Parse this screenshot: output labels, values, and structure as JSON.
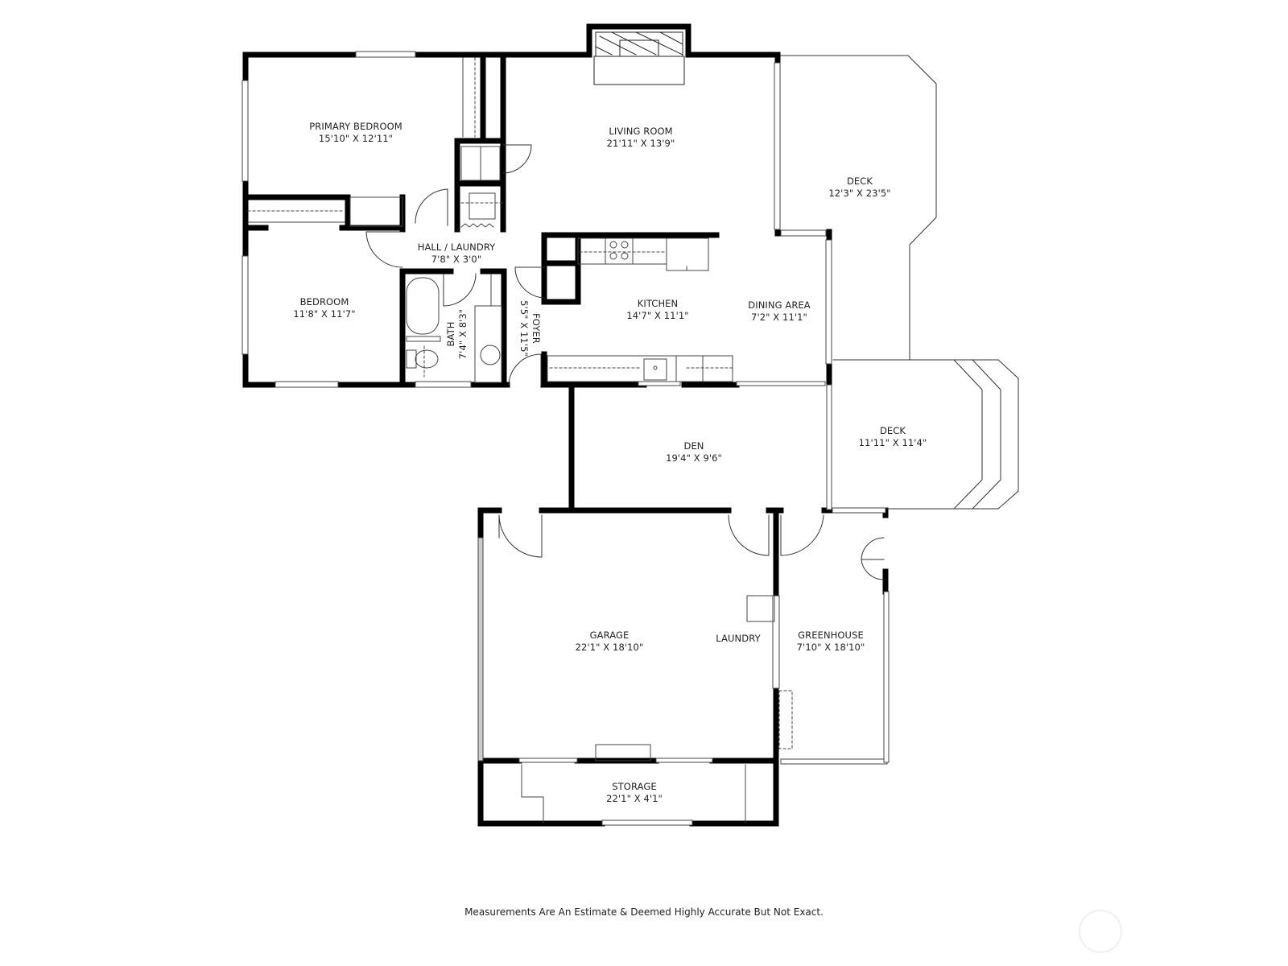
{
  "floorplan": {
    "rooms": [
      {
        "id": "primary-bedroom",
        "name": "PRIMARY BEDROOM",
        "dimensions": "15'10\" X 12'11\""
      },
      {
        "id": "living-room",
        "name": "LIVING ROOM",
        "dimensions": "21'11\" X 13'9\""
      },
      {
        "id": "deck-upper",
        "name": "DECK",
        "dimensions": "12'3\" X 23'5\""
      },
      {
        "id": "hall-laundry",
        "name": "HALL / LAUNDRY",
        "dimensions": "7'8\" X 3'0\""
      },
      {
        "id": "bedroom",
        "name": "BEDROOM",
        "dimensions": "11'8\" X 11'7\""
      },
      {
        "id": "bath",
        "name": "BATH",
        "dimensions": "7'4\" X 8'3\""
      },
      {
        "id": "foyer",
        "name": "FOYER",
        "dimensions": "5'5\" X 11'5\""
      },
      {
        "id": "kitchen",
        "name": "KITCHEN",
        "dimensions": "14'7\" X 11'1\""
      },
      {
        "id": "dining-area",
        "name": "DINING AREA",
        "dimensions": "7'2\" X 11'1\""
      },
      {
        "id": "den",
        "name": "DEN",
        "dimensions": "19'4\" X 9'6\""
      },
      {
        "id": "deck-lower",
        "name": "DECK",
        "dimensions": "11'11\" X 11'4\""
      },
      {
        "id": "garage",
        "name": "GARAGE",
        "dimensions": "22'1\" X 18'10\""
      },
      {
        "id": "laundry",
        "name": "LAUNDRY",
        "dimensions": ""
      },
      {
        "id": "greenhouse",
        "name": "GREENHOUSE",
        "dimensions": "7'10\" X 18'10\""
      },
      {
        "id": "storage",
        "name": "STORAGE",
        "dimensions": "22'1\" X 4'1\""
      }
    ],
    "footer_note": "Measurements Are An Estimate & Deemed Highly Accurate But Not Exact.",
    "colors": {
      "wall": "#000000",
      "line": "#333333",
      "background": "#ffffff",
      "text": "#222222"
    }
  }
}
